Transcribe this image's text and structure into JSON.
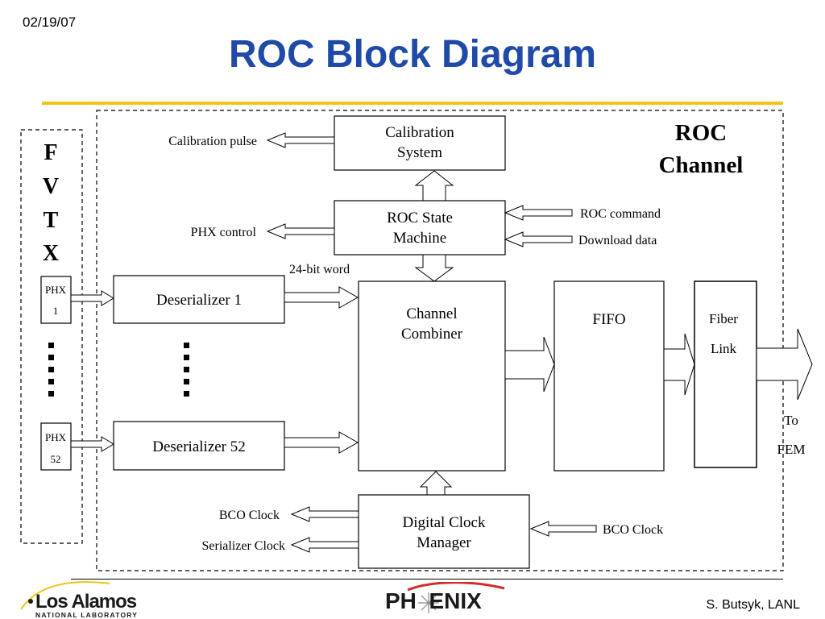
{
  "header": {
    "date": "02/19/07",
    "title": "ROC Block Diagram"
  },
  "diagram": {
    "fvtx_letters": [
      "F",
      "V",
      "T",
      "X"
    ],
    "roc_channel_label": [
      "ROC",
      "Channel"
    ],
    "phx_top": [
      "PHX",
      "1"
    ],
    "phx_bottom": [
      "PHX",
      "52"
    ],
    "deserializer_1": "Deserializer 1",
    "deserializer_52": "Deserializer 52",
    "word_label": "24-bit word",
    "calibration_system": [
      "Calibration",
      "System"
    ],
    "calibration_pulse": "Calibration pulse",
    "roc_state_machine": [
      "ROC State",
      "Machine"
    ],
    "phx_control": "PHX control",
    "roc_command": "ROC command",
    "download_data": "Download data",
    "channel_combiner": [
      "Channel",
      "Combiner"
    ],
    "fifo": "FIFO",
    "fiber_link": [
      "Fiber",
      "Link"
    ],
    "to_fem": [
      "To",
      "FEM"
    ],
    "digital_clock_manager": [
      "Digital Clock",
      "Manager"
    ],
    "bco_clock_out": "BCO Clock",
    "serializer_clock": "Serializer Clock",
    "bco_clock_in": "BCO Clock"
  },
  "footer": {
    "org_name": "Los Alamos",
    "org_sub": "NATIONAL LABORATORY",
    "experiment": "PH  ENIX",
    "author": "S. Butsyk, LANL"
  },
  "colors": {
    "title": "#1f4aa8",
    "title_rule": "#f0c419",
    "phenix_accent": "#d62b2b"
  }
}
